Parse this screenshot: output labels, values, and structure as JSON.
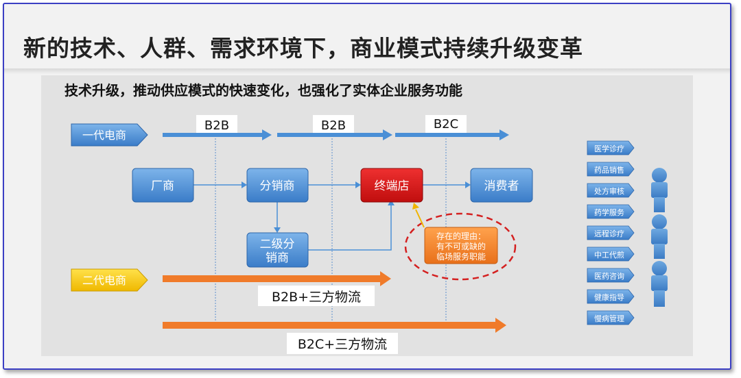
{
  "title": "新的技术、人群、需求环境下，商业模式持续升级变革",
  "subtitle": "技术升级，推动供应模式的快速变化，也强化了实体企业服务功能",
  "generations": {
    "first": "一代电商",
    "second": "二代电商"
  },
  "channels": {
    "b2b_1": "B2B",
    "b2b_2": "B2B",
    "b2c": "B2C"
  },
  "nodes": {
    "manufacturer": "厂商",
    "distributor": "分销商",
    "sub_distributor_line1": "二级分",
    "sub_distributor_line2": "销商",
    "terminal": "终端店",
    "consumer": "消费者"
  },
  "logistics": {
    "b2b": "B2B+三方物流",
    "b2c": "B2C+三方物流"
  },
  "reason": {
    "line1": "存在的理由：",
    "line2": "有不可或缺的",
    "line3": "临场服务职能"
  },
  "services": [
    "医学诊疗",
    "药品销售",
    "处方审核",
    "药学服务",
    "远程诊疗",
    "中工代煎",
    "医药咨询",
    "健康指导",
    "慢病管理"
  ],
  "colors": {
    "blue": "#4a8fd6",
    "red": "#d11a1a",
    "orange": "#f07b2a",
    "yellow": "#f5c400",
    "dash": "#d42020"
  }
}
